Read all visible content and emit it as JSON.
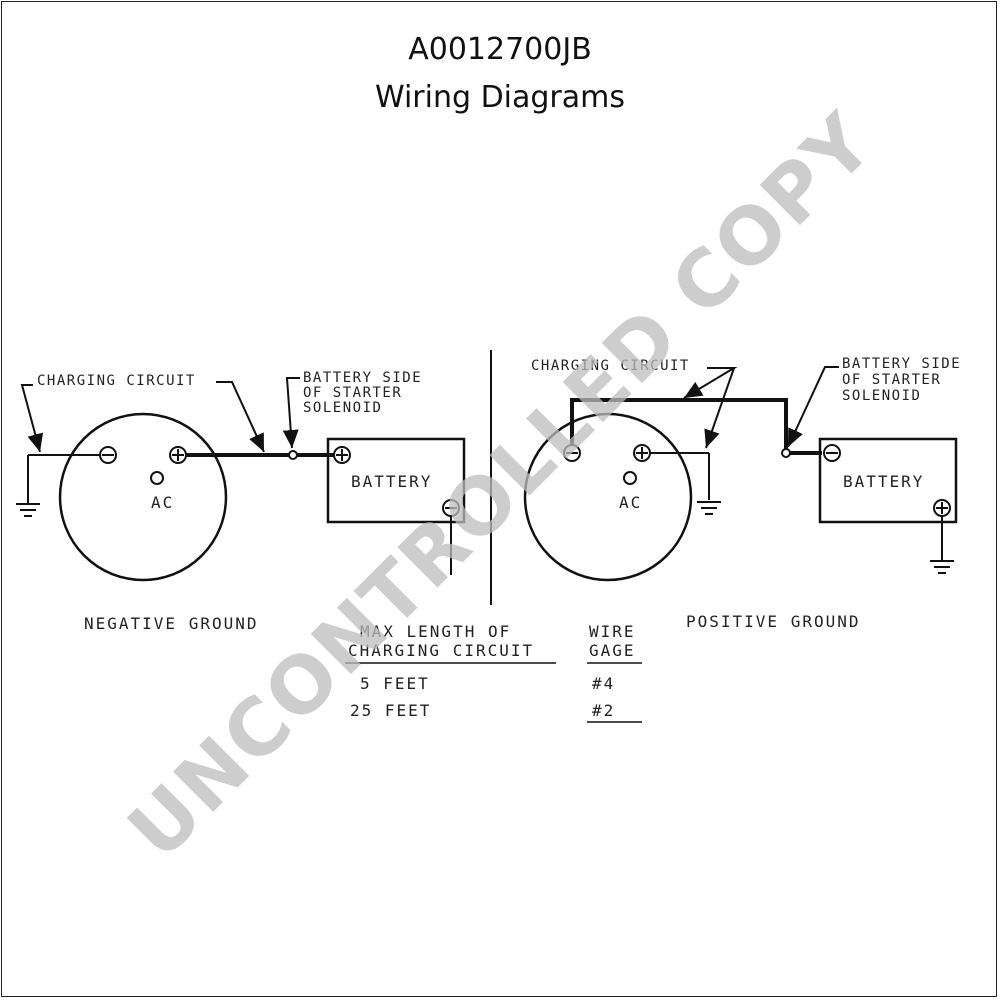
{
  "header": {
    "title": "A0012700JB",
    "subtitle": "Wiring Diagrams"
  },
  "negative_diagram": {
    "charging_label": "CHARGING CIRCUIT",
    "battery_side_label": [
      "BATTERY SIDE",
      "OF STARTER",
      "SOLENOID"
    ],
    "alternator_label": "AC",
    "battery_label": "BATTERY",
    "caption": "NEGATIVE GROUND"
  },
  "positive_diagram": {
    "charging_label": "CHARGING CIRCUIT",
    "battery_side_label": [
      "BATTERY SIDE",
      "OF STARTER",
      "SOLENOID"
    ],
    "alternator_label": "AC",
    "battery_label": "BATTERY",
    "caption": "POSITIVE GROUND"
  },
  "wire_table": {
    "headers": [
      [
        "MAX LENGTH OF",
        "CHARGING CIRCUIT"
      ],
      [
        "WIRE",
        "GAGE"
      ]
    ],
    "rows": [
      [
        "5 FEET",
        "#4"
      ],
      [
        "25 FEET",
        "#2"
      ]
    ]
  },
  "watermark": "UNCONTROLLED COPY",
  "colors": {
    "ink": "#111111",
    "watermark": "#bdbdbd"
  }
}
